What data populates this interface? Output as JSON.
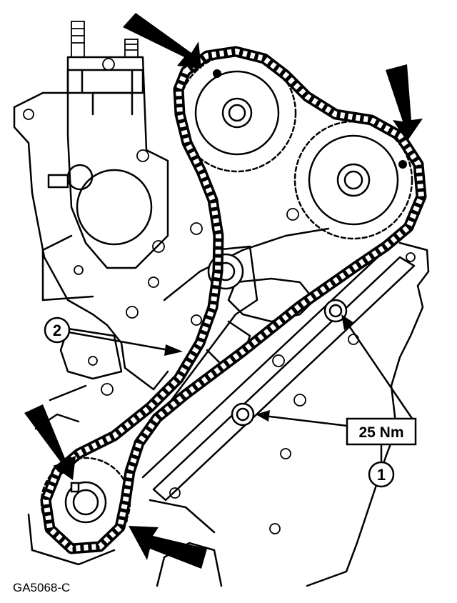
{
  "figure_id": "GA5068-C",
  "callouts": [
    {
      "number": "1"
    },
    {
      "number": "2"
    }
  ],
  "torque_spec": "25 Nm",
  "colors": {
    "ink": "#000000",
    "background": "#ffffff"
  }
}
